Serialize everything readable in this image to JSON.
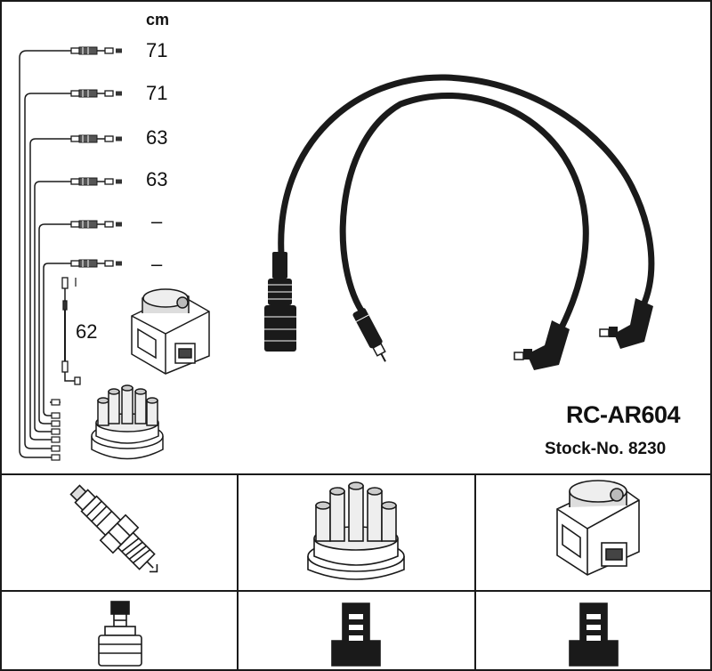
{
  "header": {
    "unit": "cm"
  },
  "leads": [
    {
      "length": "71"
    },
    {
      "length": "71"
    },
    {
      "length": "63"
    },
    {
      "length": "63"
    },
    {
      "length": "–"
    },
    {
      "length": "–"
    }
  ],
  "coil_lead": {
    "length": "62"
  },
  "product": {
    "code": "RC-AR604",
    "stock_number": "Stock-No. 8230"
  },
  "icons": {
    "main_set": "ignition-cable-set-icon",
    "coil": "ignition-coil-icon",
    "distributor_cap": "distributor-cap-icon",
    "spark_plug": "spark-plug-icon",
    "plug_connector": "spark-plug-terminal-icon",
    "cap_connector": "distributor-tower-connector-icon",
    "coil_connector": "coil-tower-connector-icon"
  },
  "colors": {
    "line": "#1a1a1a",
    "background": "#ffffff"
  }
}
